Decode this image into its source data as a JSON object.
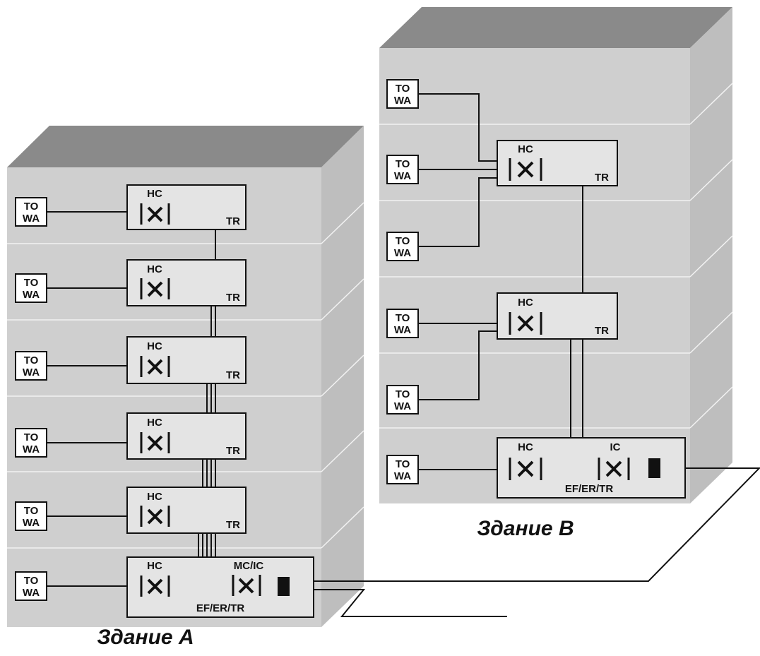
{
  "building_a": {
    "caption": "Здание А",
    "floors": [
      {
        "outlet": [
          "TO",
          "WA"
        ],
        "closet": "HC",
        "room": "TR"
      },
      {
        "outlet": [
          "TO",
          "WA"
        ],
        "closet": "HC",
        "room": "TR"
      },
      {
        "outlet": [
          "TO",
          "WA"
        ],
        "closet": "HC",
        "room": "TR"
      },
      {
        "outlet": [
          "TO",
          "WA"
        ],
        "closet": "HC",
        "room": "TR"
      },
      {
        "outlet": [
          "TO",
          "WA"
        ],
        "closet": "HC",
        "room": "TR"
      }
    ],
    "ground": {
      "outlet": [
        "TO",
        "WA"
      ],
      "closet": "HC",
      "main": "MC/IC",
      "room": "EF/ER/TR"
    }
  },
  "building_b": {
    "caption": "Здание В",
    "floors": [
      {
        "outlets": [
          [
            "TO",
            "WA"
          ],
          [
            "TO",
            "WA"
          ],
          [
            "TO",
            "WA"
          ]
        ],
        "closet": "HC",
        "room": "TR"
      },
      {
        "outlets": [
          [
            "TO",
            "WA"
          ],
          [
            "TO",
            "WA"
          ]
        ],
        "closet": "HC",
        "room": "TR"
      }
    ],
    "ground": {
      "outlet": [
        "TO",
        "WA"
      ],
      "closet": "HC",
      "main": "IC",
      "room": "EF/ER/TR"
    }
  },
  "colors": {
    "front": "#cfcfcf",
    "side": "#bebebe",
    "top": "#8a8a8a",
    "panel": "#e4e4e4",
    "line": "#111111"
  }
}
